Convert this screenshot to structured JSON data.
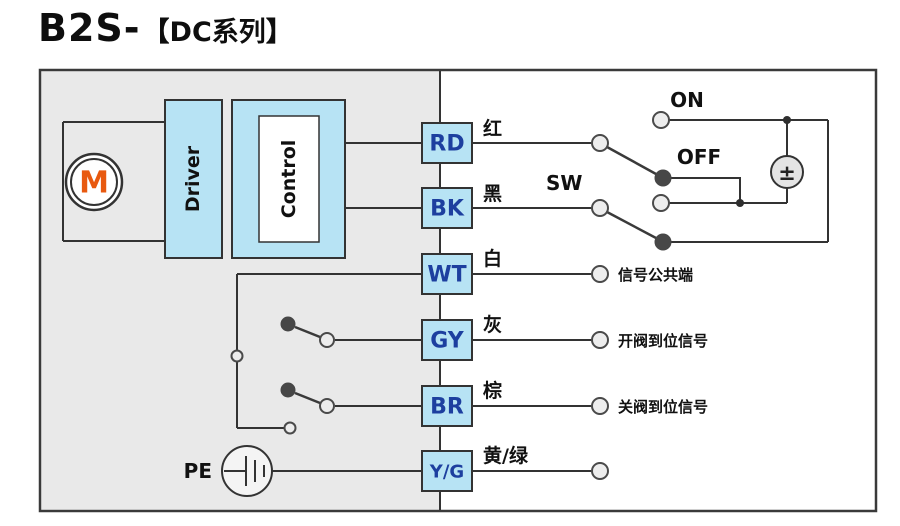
{
  "title": {
    "model": "B2S-",
    "series": "【DC系列】"
  },
  "unit": {
    "motor": "M",
    "driver": "Driver",
    "control": "Control",
    "pe": "PE"
  },
  "terminals": [
    {
      "code": "RD",
      "color_name": "红"
    },
    {
      "code": "BK",
      "color_name": "黑"
    },
    {
      "code": "WT",
      "color_name": "白"
    },
    {
      "code": "GY",
      "color_name": "灰"
    },
    {
      "code": "BR",
      "color_name": "棕"
    },
    {
      "code": "Y/G",
      "color_name": "黄/绿"
    }
  ],
  "power_switch": {
    "label": "SW",
    "on": "ON",
    "off": "OFF",
    "source_symbol": "±"
  },
  "signals": {
    "common": "信号公共端",
    "valve_open": "开阀到位信号",
    "valve_close": "关阀到位信号"
  },
  "colors": {
    "terminal_fill": "#b7e3f4",
    "terminal_text": "#1d3f9f",
    "motor_letter": "#e8590f",
    "panel_gray": "#e9e9e9",
    "line": "#333333"
  }
}
